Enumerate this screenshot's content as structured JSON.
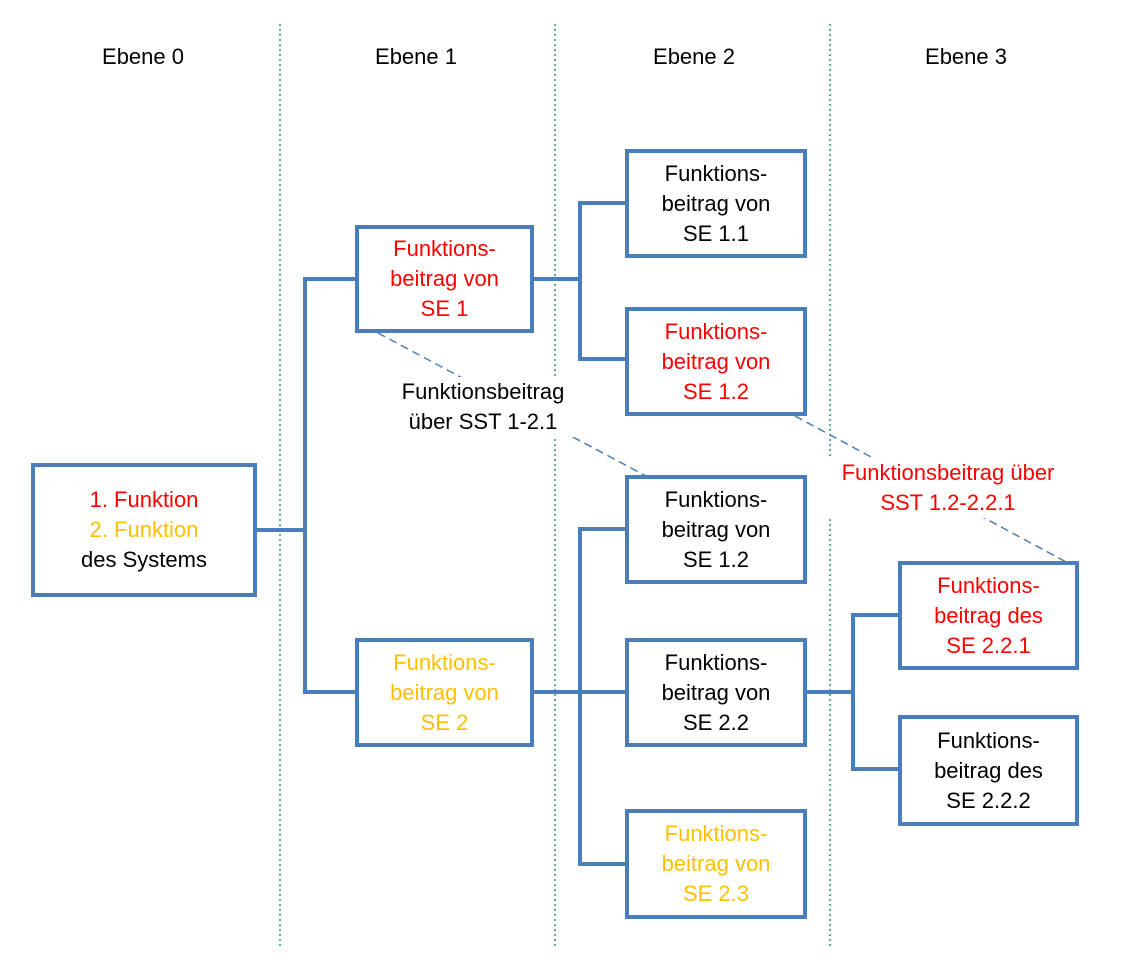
{
  "colors": {
    "box_border": "#4a7ebb",
    "divider": "#2e8b7a",
    "dashed": "#4a7ebb",
    "red": "#ff0000",
    "yellow": "#ffc000",
    "black": "#000000"
  },
  "levels": [
    "Ebene 0",
    "Ebene 1",
    "Ebene 2",
    "Ebene 3"
  ],
  "boxes": {
    "system": [
      {
        "text": "1. Funktion",
        "color": "red"
      },
      {
        "text": "2. Funktion",
        "color": "yellow"
      },
      {
        "text": "des Systems",
        "color": "black"
      }
    ],
    "se1": [
      {
        "text": "Funktions-",
        "color": "red"
      },
      {
        "text": "beitrag von",
        "color": "red"
      },
      {
        "text": "SE 1",
        "color": "red"
      }
    ],
    "se2": [
      {
        "text": "Funktions-",
        "color": "yellow"
      },
      {
        "text": "beitrag von",
        "color": "yellow"
      },
      {
        "text": "SE 2",
        "color": "yellow"
      }
    ],
    "se11": [
      {
        "text": "Funktions-",
        "color": "black"
      },
      {
        "text": "beitrag von",
        "color": "black"
      },
      {
        "text": "SE 1.1",
        "color": "black"
      }
    ],
    "se12": [
      {
        "text": "Funktions-",
        "color": "red"
      },
      {
        "text": "beitrag von",
        "color": "red"
      },
      {
        "text": "SE 1.2",
        "color": "red"
      }
    ],
    "se21": [
      {
        "text": "Funktions-",
        "color": "black"
      },
      {
        "text": "beitrag von",
        "color": "black"
      },
      {
        "text": "SE 1.2",
        "color": "black"
      }
    ],
    "se22": [
      {
        "text": "Funktions-",
        "color": "black"
      },
      {
        "text": "beitrag von",
        "color": "black"
      },
      {
        "text": "SE 2.2",
        "color": "black"
      }
    ],
    "se23": [
      {
        "text": "Funktions-",
        "color": "yellow"
      },
      {
        "text": "beitrag von",
        "color": "yellow"
      },
      {
        "text": "SE 2.3",
        "color": "yellow"
      }
    ],
    "se221": [
      {
        "text": "Funktions-",
        "color": "red"
      },
      {
        "text": "beitrag des",
        "color": "red"
      },
      {
        "text": "SE 2.2.1",
        "color": "red"
      }
    ],
    "se222": [
      {
        "text": "Funktions-",
        "color": "black"
      },
      {
        "text": "beitrag des",
        "color": "black"
      },
      {
        "text": "SE 2.2.2",
        "color": "black"
      }
    ]
  },
  "annotations": {
    "sst1": [
      {
        "text": "Funktionsbeitrag",
        "color": "black"
      },
      {
        "text": "über SST 1-2.1",
        "color": "black"
      }
    ],
    "sst2": [
      {
        "text": "Funktionsbeitrag über",
        "color": "red"
      },
      {
        "text": "SST 1.2-2.2.1",
        "color": "red"
      }
    ]
  }
}
